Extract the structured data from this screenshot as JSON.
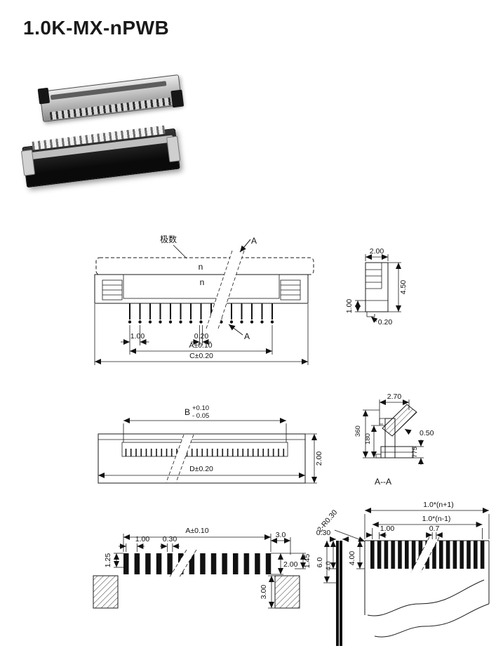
{
  "title": "1.0K-MX-nPWB",
  "colors": {
    "line": "#1a1a1a",
    "ink": "#111111",
    "paper": "#ffffff"
  },
  "top_view": {
    "poles_label": "极数",
    "cable_n": "n",
    "body_n": "n",
    "section_top": "A",
    "section_bottom": "A",
    "dim_pitch": "1.00",
    "dim_pin_width": "0.20",
    "dim_a": "A±0.10",
    "dim_c": "C±0.20"
  },
  "side_view": {
    "dim_width": "2.00",
    "dim_height": "4.50",
    "dim_bottom_h": "1.00",
    "dim_foot": "0.20"
  },
  "bottom_view": {
    "dim_b": "B",
    "dim_b_plus": "+0.10",
    "dim_b_minus": "- 0.05",
    "dim_d": "D±0.20",
    "dim_height": "2.00"
  },
  "section_view": {
    "dim_top": "2.70",
    "dim_gap": "0.50",
    "dim_v1": "360",
    "dim_v2": "180",
    "dim_v3": "775",
    "label": "A--A"
  },
  "pcb_layout": {
    "dim_a": "A±0.10",
    "dim_h_left": "1.25",
    "dim_pitch": "1.00",
    "dim_pad_width": "0.30",
    "dim_gap_right": "3.0",
    "dim_pad_len": "2.00",
    "dim_right_v": "1.45",
    "dim_anchor_h": "3.00"
  },
  "fpc_end": {
    "dim_total": "1.0*(n+1)",
    "dim_contacts": "1.0*(n-1)",
    "dim_radius": "2-R0.30",
    "dim_thickness": "0.30",
    "dim_pitch": "1.00",
    "dim_margin": "0.7",
    "dim_len1": "6.0",
    "dim_len2": "4.0",
    "dim_len3": "4.00"
  }
}
